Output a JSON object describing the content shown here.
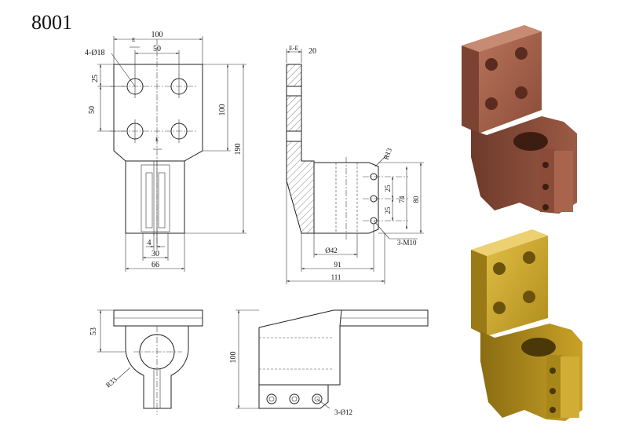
{
  "title": "8001",
  "section_label": "E-E",
  "dimensions": {
    "top_width": "100",
    "hole_spacing_x": "50",
    "hole_offset_y": "25",
    "hole_spacing_y": "50",
    "holes_4": "4-Ø18",
    "plate_height": "100",
    "total_height": "190",
    "slot_width": "4",
    "clamp_inner": "30",
    "clamp_width": "66",
    "thickness": "20",
    "radius_13": "R13",
    "bolt_pitch_a": "25",
    "bolt_pitch_b": "25",
    "bolt_span": "74",
    "clamp_height": "80",
    "bolts": "3-M10",
    "bore": "Ø42",
    "depth_91": "91",
    "depth_111": "111",
    "top_view_53": "53",
    "radius_33": "R33",
    "side_height": "100",
    "holes_3": "3-Ø12"
  },
  "section_markers": [
    "E",
    "E"
  ],
  "colors": {
    "copper": "#9b5a45",
    "copper_dark": "#6e3a2a",
    "brass": "#c9a227",
    "brass_dark": "#8a6c12"
  }
}
